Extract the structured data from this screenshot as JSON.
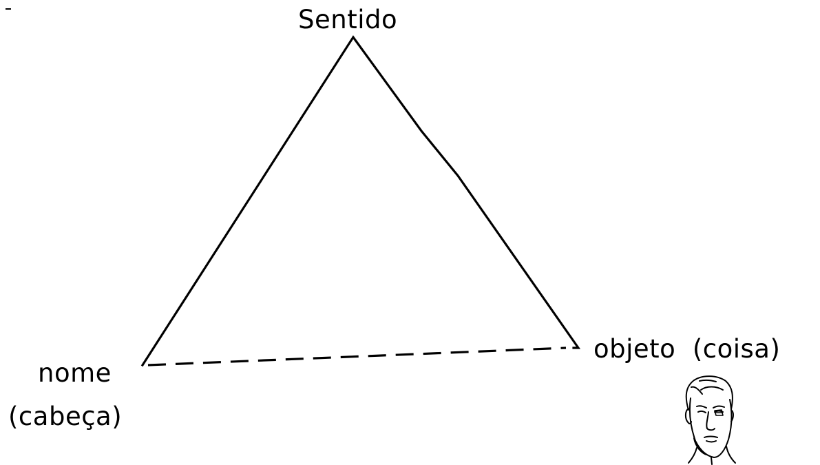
{
  "diagram": {
    "apex_label": "Sentido",
    "left_label_line1": "nome",
    "left_label_line2": "(cabeça)",
    "right_label": "objeto  (coisa)"
  },
  "colors": {
    "ink": "#000000",
    "background": "#ffffff"
  },
  "icons": {
    "head_sketch": "head-sketch-icon"
  }
}
